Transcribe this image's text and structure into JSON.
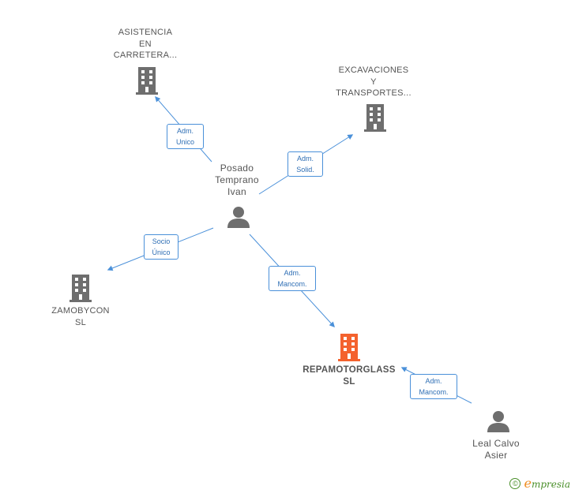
{
  "companies": {
    "asistencia": {
      "name_lines": [
        "ASISTENCIA",
        "EN",
        "CARRETERA..."
      ],
      "color": "#6e6e6e"
    },
    "excavaciones": {
      "name_lines": [
        "EXCAVACIONES",
        "Y",
        "TRANSPORTES..."
      ],
      "color": "#6e6e6e"
    },
    "zamobycon": {
      "name_lines": [
        "ZAMOBYCON",
        "SL"
      ],
      "color": "#6e6e6e"
    },
    "repamotorglass": {
      "name_lines": [
        "REPAMOTORGLASS",
        "SL"
      ],
      "color": "#f4622e"
    }
  },
  "people": {
    "posado": {
      "name_lines": [
        "Posado",
        "Temprano",
        "Ivan"
      ]
    },
    "leal": {
      "name_lines": [
        "Leal Calvo",
        "Asier"
      ]
    }
  },
  "relations": [
    {
      "id": "posado-asistencia",
      "lines": [
        "Adm.",
        "Unico"
      ]
    },
    {
      "id": "posado-excavaciones",
      "lines": [
        "Adm.",
        "Solid."
      ]
    },
    {
      "id": "posado-zamobycon",
      "lines": [
        "Socio",
        "Único"
      ]
    },
    {
      "id": "posado-repamotorglass",
      "lines": [
        "Adm.",
        "Mancom."
      ]
    },
    {
      "id": "leal-repamotorglass",
      "lines": [
        "Adm.",
        "Mancom."
      ]
    }
  ],
  "colors": {
    "edge": "#4a90d9",
    "icon": "#6e6e6e",
    "highlight": "#f4622e"
  },
  "brand": {
    "symbol": "©",
    "initial": "e",
    "rest": "mpresia"
  }
}
